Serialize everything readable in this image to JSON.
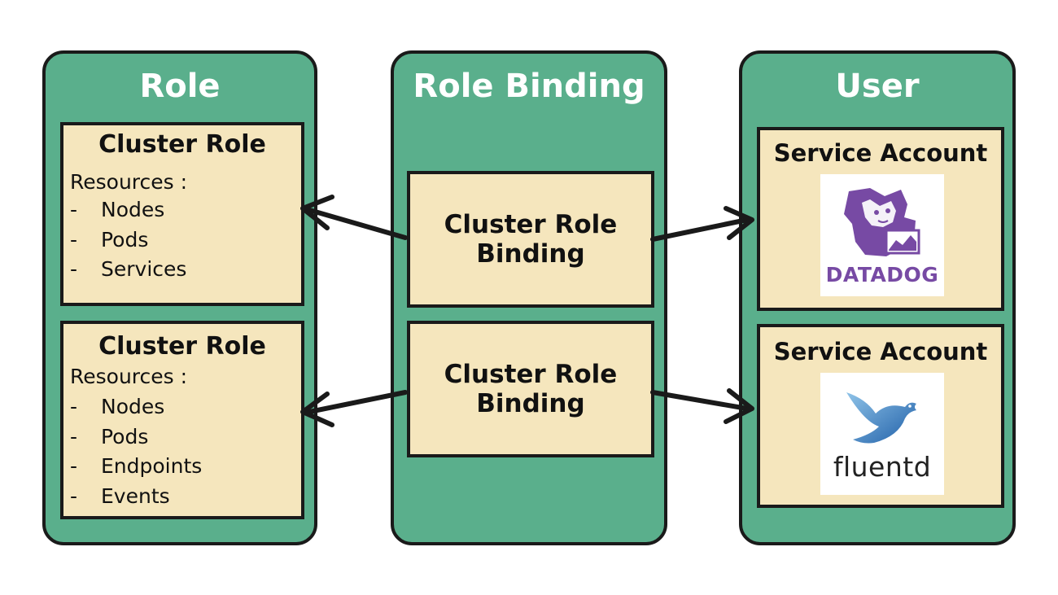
{
  "columns": {
    "role": {
      "title": "Role",
      "cards": [
        {
          "title": "Cluster Role",
          "resources_label": "Resources :",
          "resources": [
            "Nodes",
            "Pods",
            "Services"
          ]
        },
        {
          "title": "Cluster Role",
          "resources_label": "Resources :",
          "resources": [
            "Nodes",
            "Pods",
            "Endpoints",
            "Events"
          ]
        }
      ]
    },
    "role_binding": {
      "title": "Role Binding",
      "cards": [
        {
          "line1": "Cluster Role",
          "line2": "Binding"
        },
        {
          "line1": "Cluster Role",
          "line2": "Binding"
        }
      ]
    },
    "user": {
      "title": "User",
      "cards": [
        {
          "title": "Service Account",
          "logo_text": "DATADOG",
          "logo_icon": "datadog-dog-icon"
        },
        {
          "title": "Service Account",
          "logo_text": "fluentd",
          "logo_icon": "fluentd-bird-icon"
        }
      ]
    }
  },
  "colors": {
    "column_bg": "#5aaf8c",
    "card_bg": "#f5e6bd",
    "border": "#1a1a1a",
    "datadog_purple": "#774aa4",
    "fluentd_blue": "#2a7bc0"
  }
}
